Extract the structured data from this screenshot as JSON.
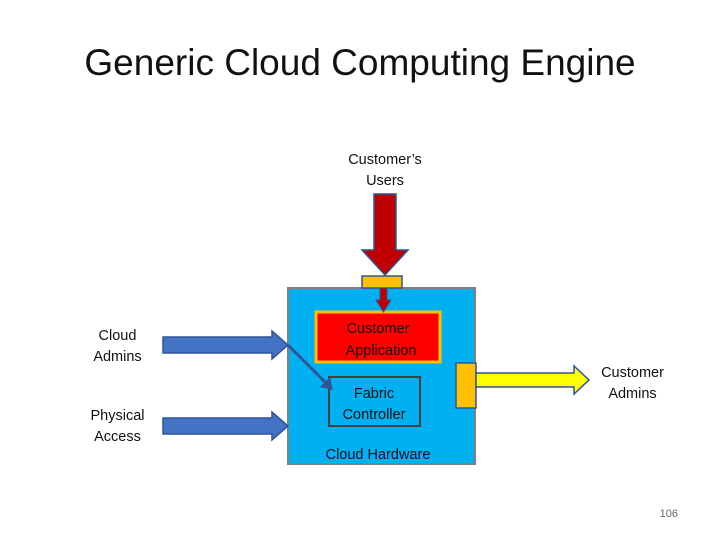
{
  "title": "Generic Cloud Computing Engine",
  "labels": {
    "customers_users": [
      "Customer’s",
      "Users"
    ],
    "cloud_admins": [
      "Cloud",
      "Admins"
    ],
    "physical_access": [
      "Physical",
      "Access"
    ],
    "customer_admins": [
      "Customer",
      "Admins"
    ]
  },
  "boxes": {
    "customer_application": [
      "Customer",
      "Application"
    ],
    "fabric_controller": [
      "Fabric",
      "Controller"
    ],
    "cloud_hardware": "Cloud Hardware"
  },
  "colors": {
    "hardware_fill": "#00B0F0",
    "hardware_border": "#7F7F7F",
    "app_fill": "#FF0000",
    "app_border": "#FFC000",
    "fabric_fill": "#00B0F0",
    "fabric_border": "#404040",
    "port_fill": "#FFC000",
    "users_arrow": "#C00000",
    "admin_arrow": "#4472C4",
    "customer_admin_arrow": "#FFFF00"
  },
  "page_number": "106"
}
